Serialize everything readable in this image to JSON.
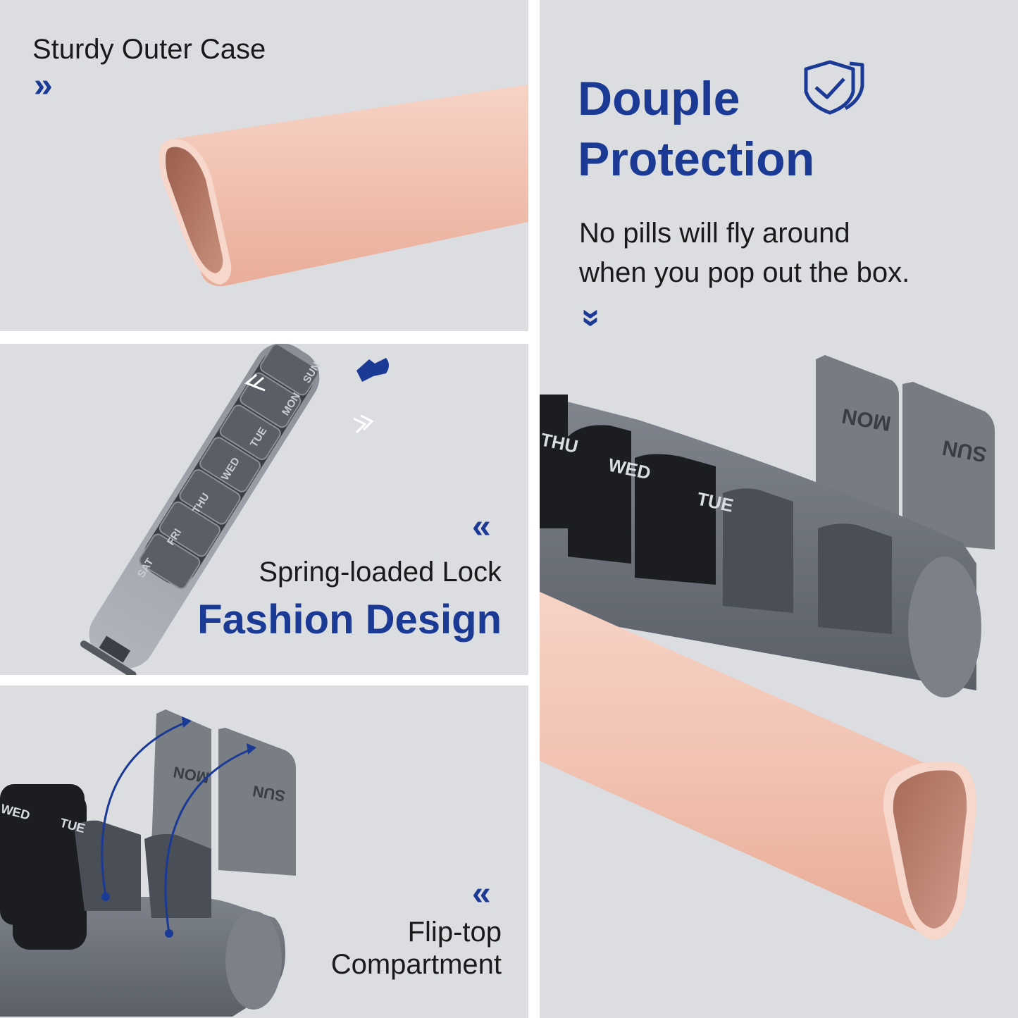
{
  "colors": {
    "panel_bg": "#dcdde1",
    "accent_navy": "#1a3a96",
    "rose_gold": "#f2c4b4",
    "rose_gold_inner": "#b57a67",
    "smoke_gray": "#6c7078",
    "pill_black": "#1c1d21"
  },
  "case_panel": {
    "title": "Sturdy Outer Case",
    "chevron": "»"
  },
  "lock_panel": {
    "chevron": "«",
    "subtitle": "Spring-loaded Lock",
    "title": "Fashion Design",
    "day_labels": [
      "SUN",
      "MON",
      "TUE",
      "WED",
      "THU",
      "FRI",
      "SAT"
    ]
  },
  "flip_panel": {
    "chevron": "«",
    "title_line1": "Flip-top",
    "title_line2": "Compartment",
    "day_labels": [
      "WED",
      "TUE",
      "MON",
      "SUN"
    ]
  },
  "protection_panel": {
    "title_line1": "Douple",
    "title_line2": "Protection",
    "body_line1": "No pills will fly around",
    "body_line2": "when you pop out the box.",
    "chevron": "»",
    "shield_icon": "double-shield-check-icon",
    "day_labels": [
      "THU",
      "WED",
      "TUE",
      "MON",
      "SUN"
    ]
  }
}
